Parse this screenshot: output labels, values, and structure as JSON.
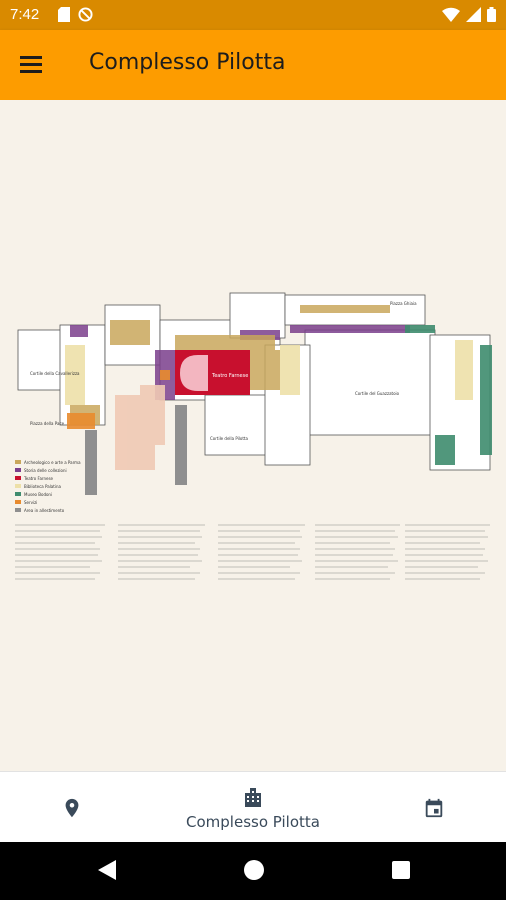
{
  "status_bar": {
    "time": "7:42",
    "icons_left": [
      "sd-card-icon",
      "do-not-disturb-icon"
    ],
    "icons_right": [
      "wifi-icon",
      "cellular-icon",
      "battery-icon"
    ]
  },
  "app_bar": {
    "title": "Complesso Pilotta",
    "menu_icon": "hamburger-menu-icon"
  },
  "floorplan": {
    "map_labels": [
      "Teatro Farnese",
      "Cortile della Pilotta",
      "Piazza della Pace",
      "Cortile del Guazzatoio",
      "Cortile della Cavallerizza",
      "Piazza Ghiaia"
    ],
    "legend": [
      "Archeologico e arte a Parma",
      "Storia delle collezioni",
      "Teatro Farnese",
      "Biblioteca Palatina",
      "Museo Bodoni",
      "Servizi",
      "Area in allestimento"
    ],
    "colors": {
      "teatro": "#c8102e",
      "collezioni": "#7b3f8c",
      "archeologico": "#b7953f",
      "palatina": "#e6d28c",
      "bodoni": "#3f8c6e",
      "servizi": "#e88b2e",
      "percorso": "#8f8f8f"
    }
  },
  "bottom_nav": {
    "items": [
      {
        "icon": "map-pin-icon",
        "label": ""
      },
      {
        "icon": "building-icon",
        "label": "Complesso Pilotta"
      },
      {
        "icon": "calendar-icon",
        "label": ""
      }
    ]
  },
  "system_nav": [
    "back-icon",
    "home-icon",
    "recents-icon"
  ]
}
